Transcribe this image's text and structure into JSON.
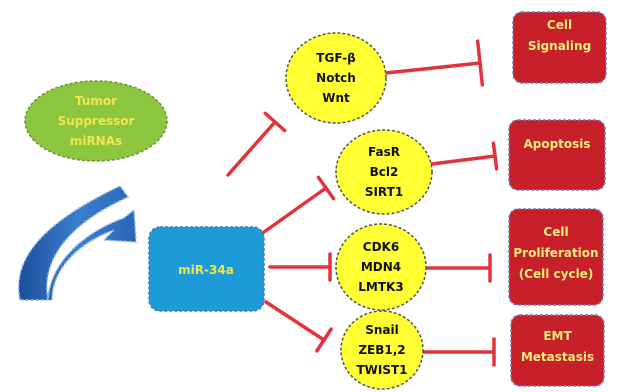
{
  "source": {
    "lines": [
      "Tumor",
      "Suppressor",
      "miRNAs"
    ]
  },
  "hub": {
    "label": "miR-34a"
  },
  "targets": [
    {
      "lines": [
        "TGF-β",
        "Notch",
        "Wnt"
      ]
    },
    {
      "lines": [
        "FasR",
        "Bcl2",
        "SIRT1"
      ]
    },
    {
      "lines": [
        "CDK6",
        "MDN4",
        "LMTK3"
      ]
    },
    {
      "lines": [
        "Snail",
        "ZEB1,2",
        "TWIST1"
      ]
    }
  ],
  "outcomes": [
    {
      "lines": [
        "Cell",
        "Signaling"
      ]
    },
    {
      "lines": [
        "Apoptosis"
      ]
    },
    {
      "lines": [
        "Cell",
        "Proliferation",
        "(Cell cycle)"
      ]
    },
    {
      "lines": [
        "EMT",
        "Metastasis"
      ]
    }
  ],
  "colors": {
    "source_fill": "#8cc63f",
    "source_text": "#f2e64b",
    "hub_fill": "#1e9bd7",
    "hub_text": "#f2e64b",
    "target_fill": "#ffff33",
    "target_text": "#111111",
    "outcome_fill": "#c8202a",
    "outcome_text": "#f7ef7a",
    "inhibit": "#e2333d",
    "curve": "#2a66b8"
  }
}
